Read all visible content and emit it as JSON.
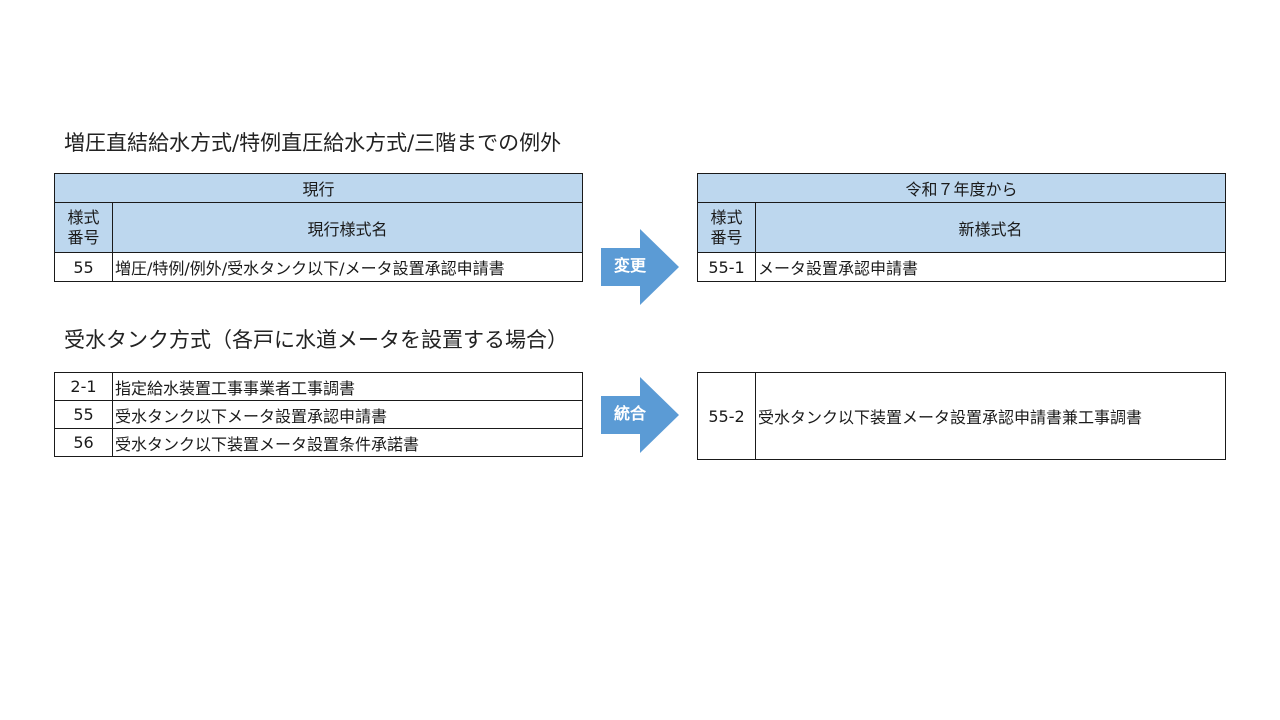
{
  "section1": {
    "heading": "増圧直結給水方式/特例直圧給水方式/三階までの例外",
    "current": {
      "title": "現行",
      "num_header_line1": "様式",
      "num_header_line2": "番号",
      "name_header": "現行様式名",
      "row": {
        "num": "55",
        "name": "増圧/特例/例外/受水タンク以下/メータ設置承認申請書"
      }
    },
    "arrow_label": "変更",
    "new": {
      "title": "令和７年度から",
      "num_header_line1": "様式",
      "num_header_line2": "番号",
      "name_header": "新様式名",
      "row": {
        "num": "55-1",
        "name": "メータ設置承認申請書"
      }
    }
  },
  "section2": {
    "heading": "受水タンク方式（各戸に水道メータを設置する場合）",
    "current_rows": [
      {
        "num": "2-1",
        "name": "指定給水装置工事事業者工事調書"
      },
      {
        "num": "55",
        "name": "受水タンク以下メータ設置承認申請書"
      },
      {
        "num": "56",
        "name": "受水タンク以下装置メータ設置条件承諾書"
      }
    ],
    "arrow_label": "統合",
    "new_row": {
      "num": "55-2",
      "name": "受水タンク以下装置メータ設置承認申請書兼工事調書"
    }
  },
  "colors": {
    "header_fill": "#bdd7ee",
    "arrow_fill": "#5b9bd5",
    "border": "#1a1a1a"
  }
}
